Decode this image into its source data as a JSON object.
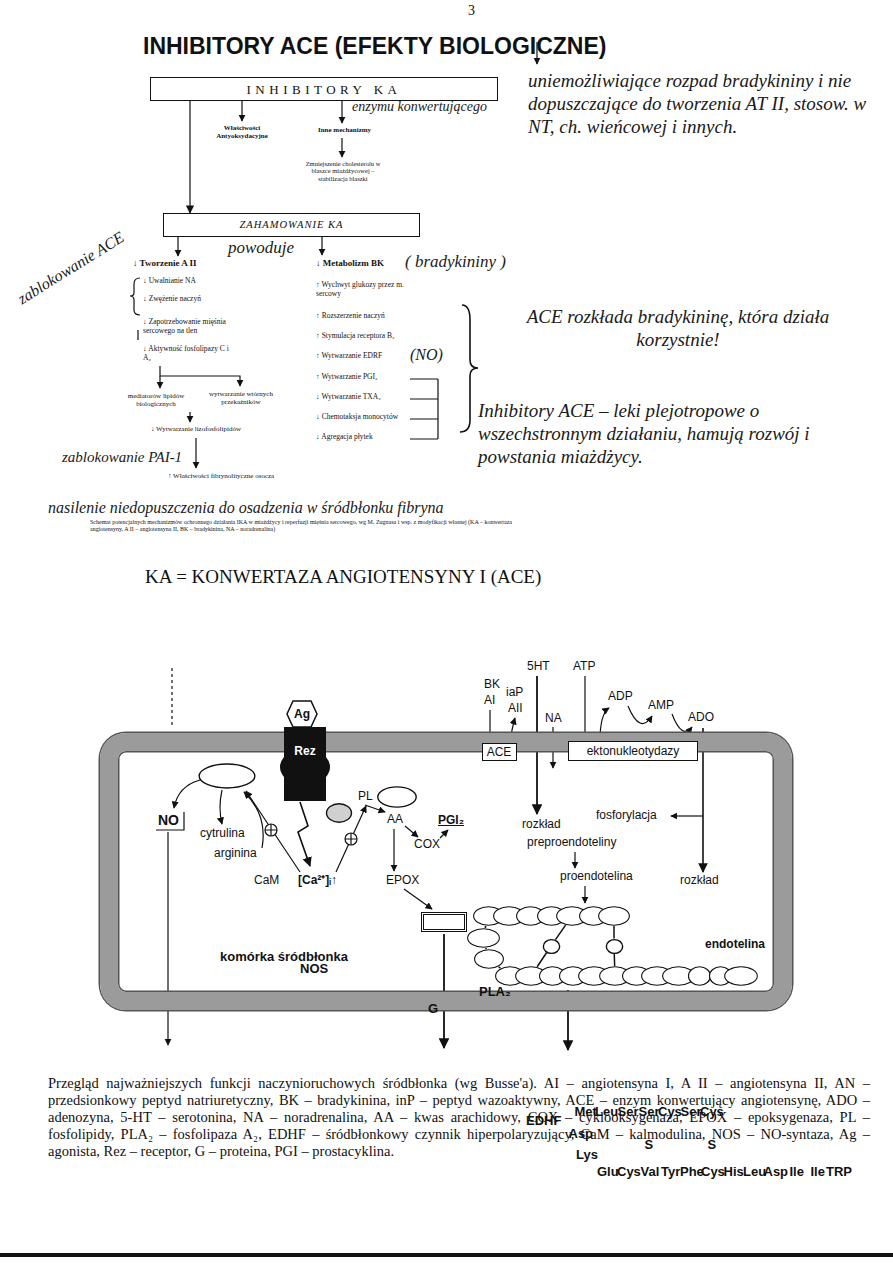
{
  "diagram": {
    "title": "INHIBITORY ACE (EFEKTY BIOLOGICZNE)",
    "caption": "Przegląd najważniejszych funkcji naczynioruchowych śródbłonka (wg Busse'a). AI – angiotensyna I, A II – angiotensyna II, AN – przedsionkowy peptyd natriuretyczny, BK – bradykinina, inP – peptyd wazoaktywny, ACE – enzym konwertujący angiotensynę, ADO – adenozyna, 5-HT – serotonina, NA – noradrenalina, AA – kwas arachidowy, COX – cyklooksygenaza, EPOX – epoksygenaza, PL – fosfolipidy, PLA₂ – fosfolipaza A₂, EDHF – śródbłonkowy czynnik hiperpolaryzujący, CaM – kalmodulina, NOS – NO-syntaza, Ag – agonista, Rez – receptor, G – proteina, PGI – prostacyklina.",
    "nodes": [
      {
        "text": [
          "INHIBITORY KA"
        ]
      },
      {
        "text": [
          "ZAHAMOWANIE KA"
        ]
      },
      {
        "text": [
          "komórka śródbłonka"
        ]
      },
      {
        "text": [
          "Ag"
        ]
      },
      {
        "text": [
          "Rez"
        ]
      },
      {
        "text": [
          "G"
        ],
        "in": 2
      },
      {
        "text": [
          "NOS"
        ],
        "in": 2
      },
      {
        "text": [
          "PLA₂"
        ],
        "in": 2
      },
      {
        "text": [
          "EDHF"
        ],
        "in": 2
      },
      {
        "text": [
          "ACE"
        ]
      },
      {
        "text": [
          "ektonukleotydazy"
        ]
      },
      {
        "text": [
          "Met"
        ],
        "in": 2
      },
      {
        "text": [
          "Leu"
        ],
        "in": 2
      },
      {
        "text": [
          "Ser"
        ],
        "in": 2
      },
      {
        "text": [
          "Ser"
        ],
        "in": 2
      },
      {
        "text": [
          "Cys"
        ],
        "in": 2
      },
      {
        "text": [
          "Ser"
        ],
        "in": 2
      },
      {
        "text": [
          "Cys"
        ],
        "in": 2
      },
      {
        "text": [
          "Asp"
        ],
        "in": 2
      },
      {
        "text": [
          "Lys"
        ],
        "in": 2
      },
      {
        "text": [
          "Glu"
        ],
        "in": 2
      },
      {
        "text": [
          "Cys"
        ],
        "in": 2
      },
      {
        "text": [
          "Val"
        ],
        "in": 2
      },
      {
        "text": [
          "Tyr"
        ],
        "in": 2
      },
      {
        "text": [
          "Phe"
        ],
        "in": 2
      },
      {
        "text": [
          "Cys"
        ],
        "in": 2
      },
      {
        "text": [
          "His"
        ],
        "in": 2
      },
      {
        "text": [
          "Leu"
        ],
        "in": 2
      },
      {
        "text": [
          "Asp"
        ],
        "in": 2
      },
      {
        "text": [
          "Ile"
        ],
        "in": 2
      },
      {
        "text": [
          "Ile"
        ],
        "in": 2
      },
      {
        "text": [
          "TRP"
        ],
        "in": 2
      },
      {
        "text": [
          "S"
        ],
        "in": 2
      },
      {
        "text": [
          "S"
        ],
        "in": 2
      }
    ],
    "edges": [
      {
        "from": 0,
        "to": 1,
        "arrow": "to"
      },
      {
        "from": 11,
        "to": 12,
        "arrow": "none"
      },
      {
        "from": 12,
        "to": 13,
        "arrow": "none"
      },
      {
        "from": 13,
        "to": 14,
        "arrow": "none"
      },
      {
        "from": 14,
        "to": 15,
        "arrow": "none"
      },
      {
        "from": 15,
        "to": 16,
        "arrow": "none"
      },
      {
        "from": 16,
        "to": 17,
        "arrow": "none"
      },
      {
        "from": 11,
        "to": 18,
        "arrow": "none"
      },
      {
        "from": 18,
        "to": 19,
        "arrow": "none"
      },
      {
        "from": 19,
        "to": 20,
        "arrow": "none"
      },
      {
        "from": 20,
        "to": 21,
        "arrow": "none"
      },
      {
        "from": 21,
        "to": 22,
        "arrow": "none"
      },
      {
        "from": 22,
        "to": 23,
        "arrow": "none"
      },
      {
        "from": 23,
        "to": 24,
        "arrow": "none"
      },
      {
        "from": 24,
        "to": 25,
        "arrow": "none"
      },
      {
        "from": 25,
        "to": 26,
        "arrow": "none"
      },
      {
        "from": 26,
        "to": 27,
        "arrow": "none"
      },
      {
        "from": 27,
        "to": 28,
        "arrow": "none"
      },
      {
        "from": 28,
        "to": 29,
        "arrow": "none"
      },
      {
        "from": 29,
        "to": 30,
        "arrow": "none"
      },
      {
        "from": 30,
        "to": 31,
        "arrow": "none"
      },
      {
        "from": 15,
        "to": 32,
        "arrow": "none"
      },
      {
        "from": 32,
        "to": 21,
        "arrow": "none"
      },
      {
        "from": 17,
        "to": 33,
        "arrow": "none"
      },
      {
        "from": 33,
        "to": 25,
        "arrow": "none"
      }
    ],
    "labels": [
      "3",
      "enzymu konwertującego",
      "uniemożliwiające rozpad bradykininy i nie dopuszczające do tworzenia AT II, stosow. w NT, ch. wieńcowej i innych.",
      "Właściwości Antyoksydacyjne",
      "Inne mechanizmy",
      "Zmniejszenie cholesterolu w blaszce miażdżycowej – stabilizacja blaszki",
      "powoduje",
      "zablokowanie ACE",
      "↓ Tworzenie A II",
      "↓ Uwalnianie NA",
      "↓ Zwężenie naczyń",
      "↓ Zapotrzebowanie mięśnia sercowego na tlen",
      "↓ Aktywność fosfolipazy C i A₂",
      "mediatorów lipidów biologicznych",
      "wytwarzanie wtórnych przekaźników",
      "↓ Wytwarzanie lizofosfolipidów",
      "zablokowanie PAI-1",
      "↑ Właściwości fibrynolityczne osocza",
      "nasilenie niedopuszczenia do osadzenia w śródbłonku fibryna",
      "Schemat potencjalnych mechanizmów ochronnego działania IKA w miażdżycy i reperfuzji mięśnia sercowego, wg M. Zugnasa i wsp. z modyfikacji własnej (KA – konwertaza angiotensyny, A II – angiotensyna II, BK – bradykinina, NA – noradrenalina)",
      "↓ Metabolizm BK",
      "( bradykininy )",
      "↑ Wychwyt glukozy przez m. sercowy",
      "↑ Rozszerzenie naczyń",
      "↑ Stymulacja receptora B₂",
      "↑ Wytwarzanie EDRF",
      "(NO)",
      "↑ Wytwarzanie PGI₂",
      "↓ Wytwarzanie TXA₂",
      "↓ Chemotaksja monocytów",
      "↓ Agregacja płytek",
      "ACE rozkłada bradykininę, która działa korzystnie!",
      "Inhibitory ACE – leki plejotropowe o wszechstronnym działaniu, hamują rozwój i powstania miażdżycy.",
      "KA = KONWERTAZA ANGIOTENSYNY I (ACE)",
      "5HT",
      "ATP",
      "BK",
      "AI",
      "iaP",
      "AII",
      "NA",
      "ADP",
      "AMP",
      "ADO",
      "NO",
      "cytrulina",
      "arginina",
      "CaM",
      "[Ca²⁺]ᵢ↑",
      "PL",
      "AA",
      "PGI₂",
      "COX",
      "EPOX",
      "rozkład",
      "fosforylacja",
      "preproendoteliny",
      "proendotelina",
      "rozkład",
      "endotelina"
    ]
  }
}
